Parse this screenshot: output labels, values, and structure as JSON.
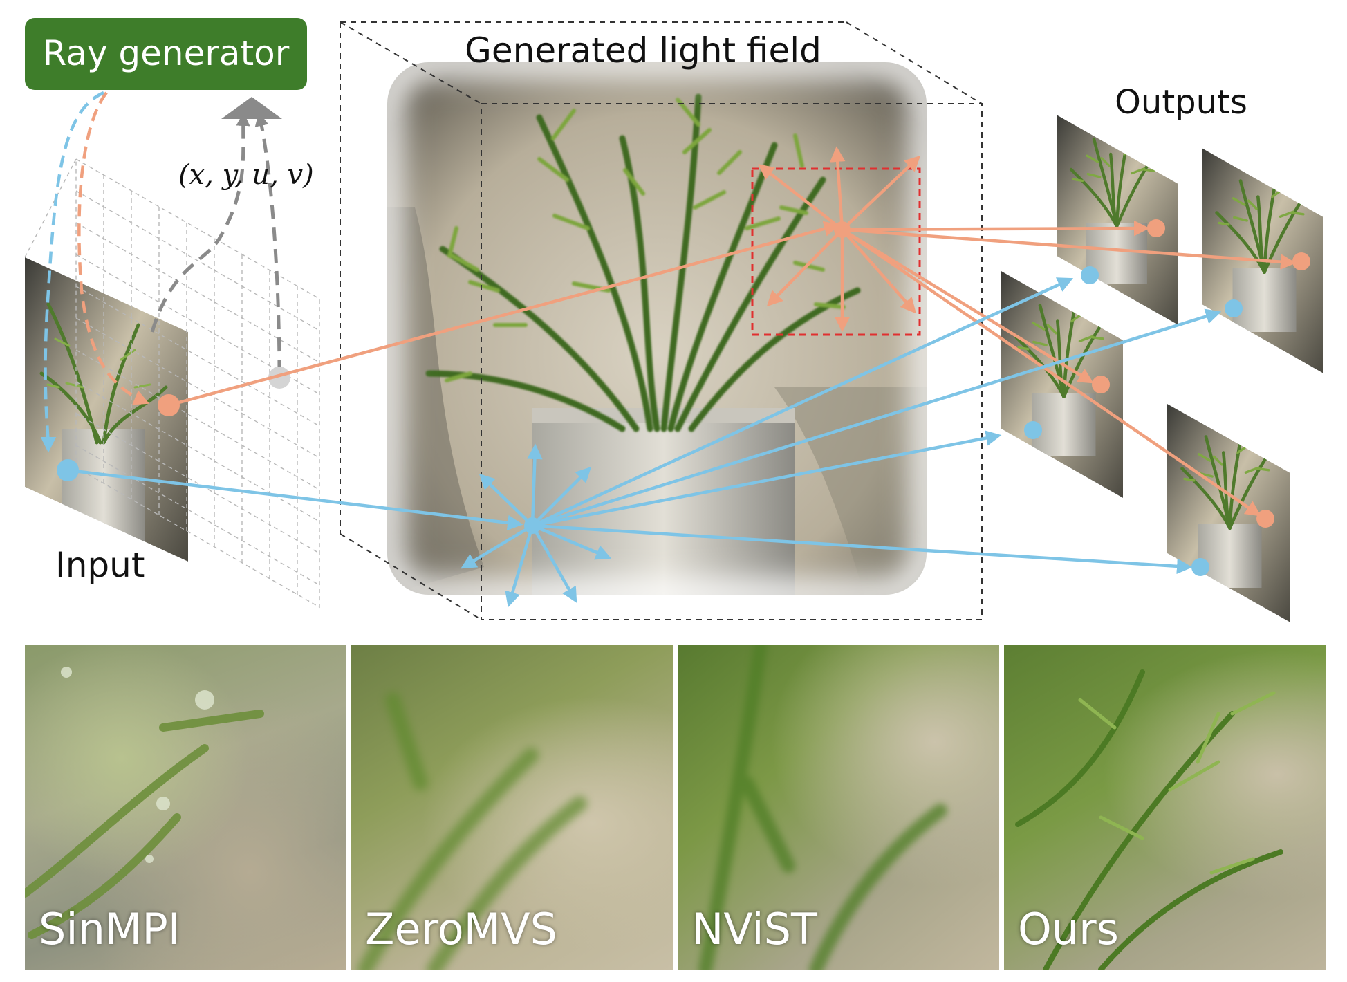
{
  "ray_generator": {
    "label": "Ray generator",
    "color": "#3e7d2a"
  },
  "ray_coords": "(x, y, u, v)",
  "light_field": {
    "title": "Generated light field"
  },
  "input_label": "Input",
  "outputs_label": "Outputs",
  "colors": {
    "orange_ray": "#f0a07e",
    "blue_ray": "#7ec4e6",
    "red_box": "#e03030",
    "gray_arrow": "#8a8a8a"
  },
  "comparisons": [
    {
      "label": "SinMPI"
    },
    {
      "label": "ZeroMVS"
    },
    {
      "label": "NViST"
    },
    {
      "label": "Ours"
    }
  ]
}
